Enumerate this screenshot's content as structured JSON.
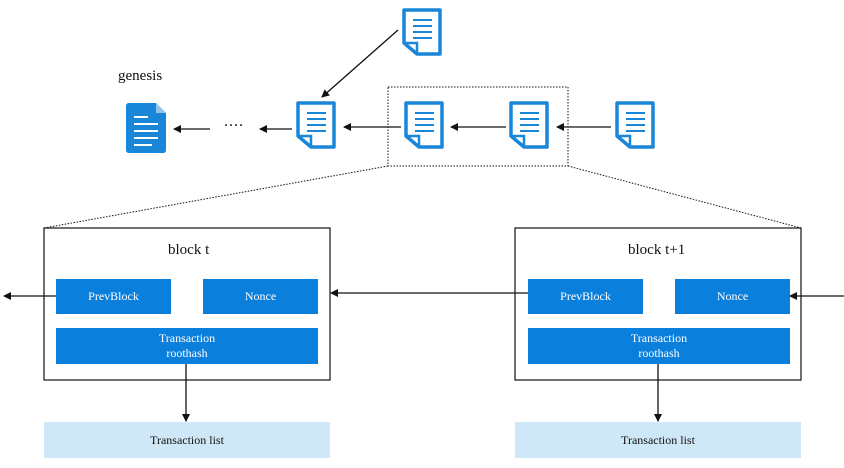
{
  "genesis_label": "genesis",
  "ellipsis": "....",
  "block_t": {
    "title": "block t",
    "prev_label": "PrevBlock",
    "nonce_label": "Nonce",
    "root_line1": "Transaction",
    "root_line2": "roothash",
    "tx_list": "Transaction list"
  },
  "block_t1": {
    "title": "block t+1",
    "prev_label": "PrevBlock",
    "nonce_label": "Nonce",
    "root_line1": "Transaction",
    "root_line2": "roothash",
    "tx_list": "Transaction list"
  },
  "colors": {
    "doc_blue": "#1a86d8",
    "field_blue": "#0b7fdc",
    "tx_list_bg": "#cfe8f7"
  }
}
